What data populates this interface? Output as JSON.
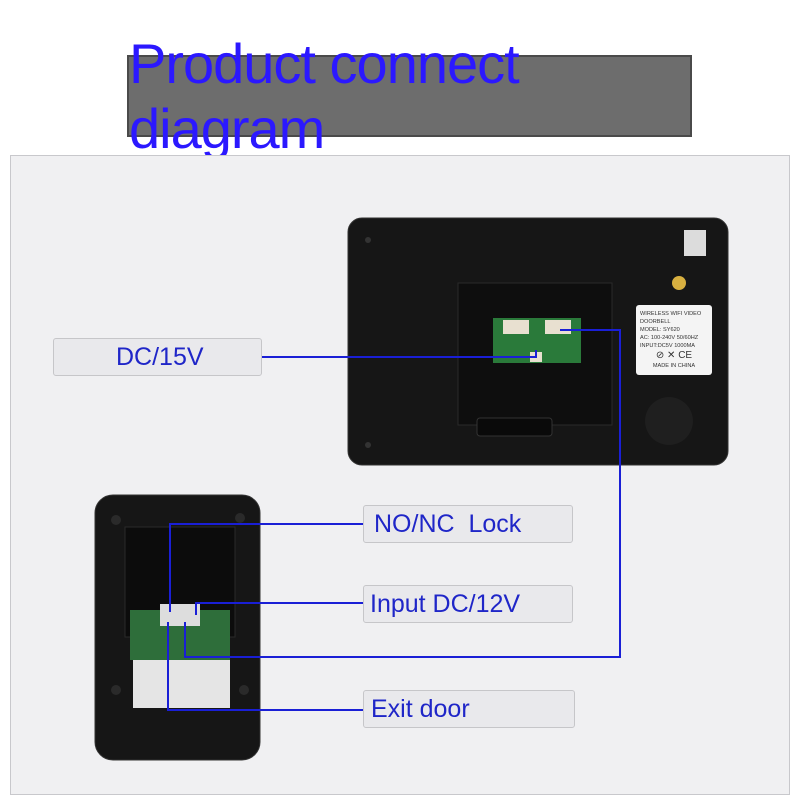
{
  "title": "Product connect diagram",
  "labels": {
    "dc15v": "DC/15V",
    "no_nc_lock": "NO/NC  Lock",
    "input_dc12v": "Input DC/12V",
    "exit_door": "Exit door"
  },
  "monitor_sticker": {
    "line1": "WIRELESS WIFI VIDEO DOORBELL",
    "line2": "MODEL: SY620",
    "line3": "AC: 100-240V  50/60HZ",
    "line4": "INPUT:DC5V   1000MA",
    "marks": "⊘ ✕ CE",
    "line5": "MADE IN CHINA"
  },
  "colors": {
    "title_text": "#2b18ff",
    "label_text": "#1f26c8",
    "wire": "#1a1fd6",
    "banner_bg": "#6d6d6d"
  }
}
